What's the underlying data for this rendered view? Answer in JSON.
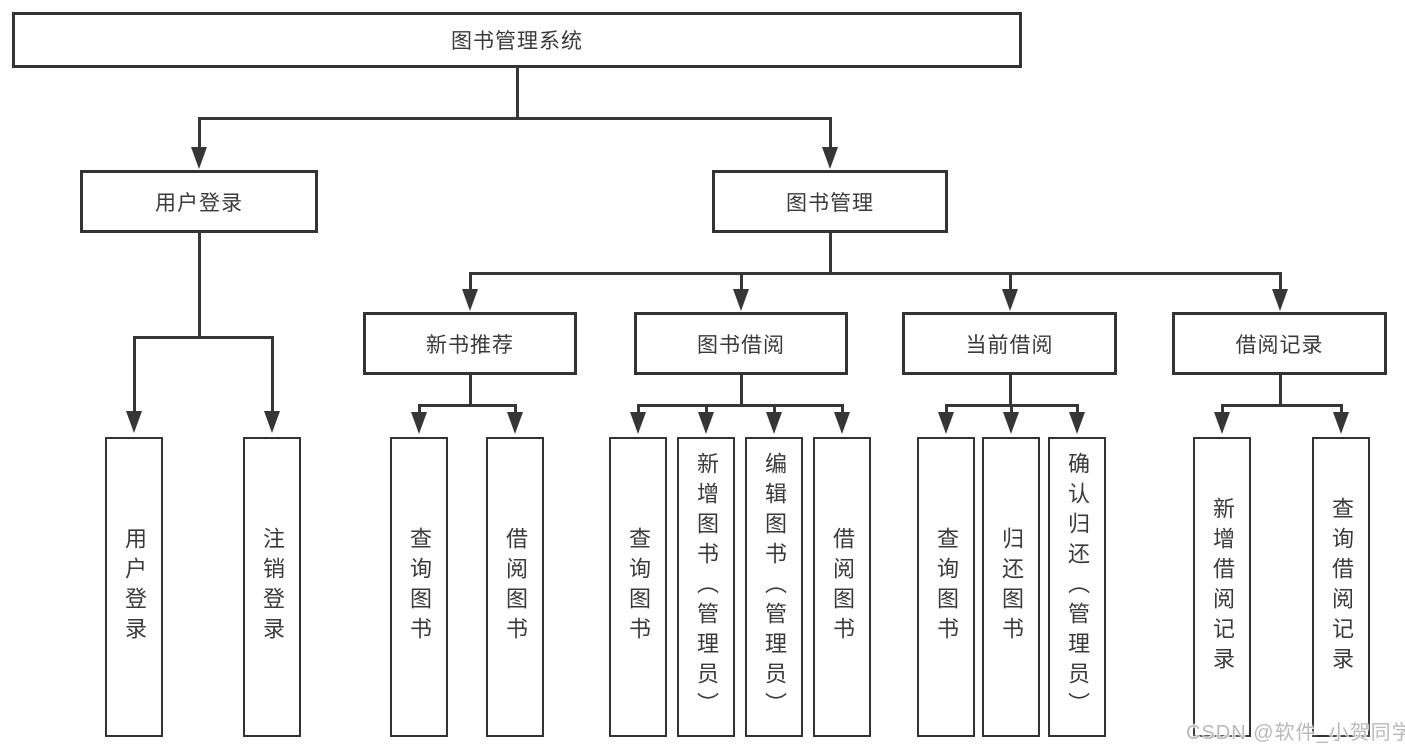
{
  "diagram": {
    "root_label": "图书管理系统",
    "branches": [
      {
        "label": "用户登录",
        "children": [
          "用户登录",
          "注销登录"
        ]
      },
      {
        "label": "图书管理",
        "groups": [
          {
            "label": "新书推荐",
            "children": [
              "查询图书",
              "借阅图书"
            ]
          },
          {
            "label": "图书借阅",
            "children": [
              "查询图书",
              "新增图书（管理员）",
              "编辑图书（管理员）",
              "借阅图书"
            ]
          },
          {
            "label": "当前借阅",
            "children": [
              "查询图书",
              "归还图书",
              "确认归还（管理员）"
            ]
          },
          {
            "label": "借阅记录",
            "children": [
              "新增借阅记录",
              "查询借阅记录"
            ]
          }
        ]
      }
    ]
  },
  "watermark": {
    "text": "CSDN @软件_小贺同学"
  },
  "colors": {
    "line": "#363636",
    "box_border": "#333333",
    "text": "#3a3a3a",
    "background": "#ffffff",
    "watermark": "#b9b9b9"
  }
}
